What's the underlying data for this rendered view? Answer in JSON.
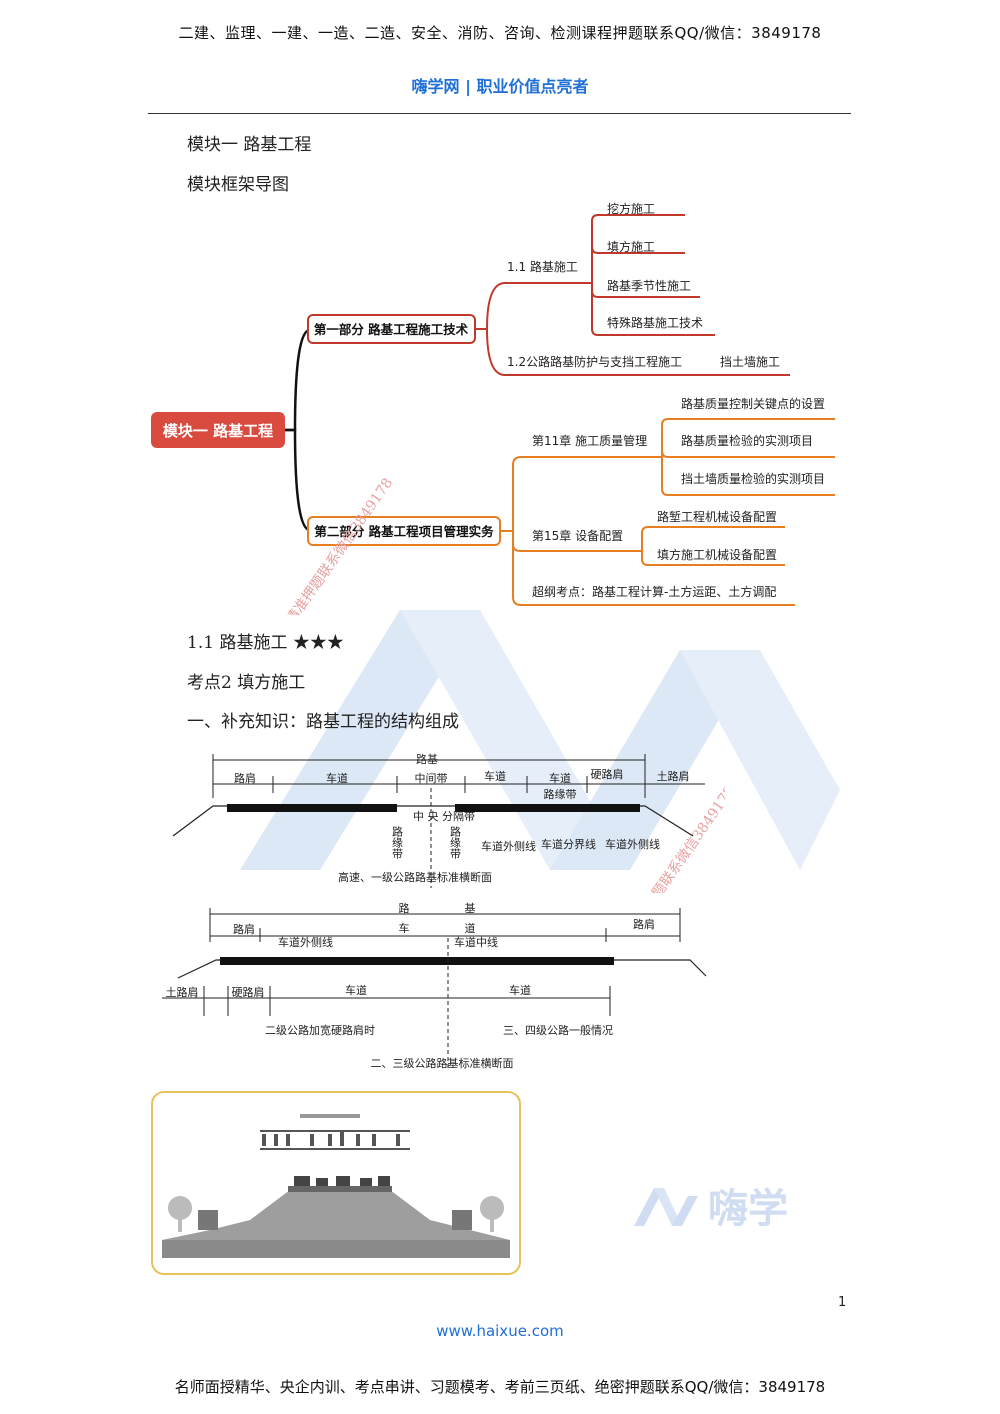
{
  "header": {
    "banner": "二建、监理、一建、一造、二造、安全、消防、咨询、检测课程押题联系QQ/微信：3849178",
    "brand": "嗨学网 | 职业价值点亮者"
  },
  "content": {
    "module_title": "模块一 路基工程",
    "framework_title": "模块框架导图",
    "section_1_1": "1.1 路基施工 ★★★",
    "kaodian": "考点2 填方施工",
    "supplement": "一、补充知识：路基工程的结构组成"
  },
  "mindmap": {
    "root": "模块一 路基工程",
    "part1": {
      "label": "第一部分 路基工程施工技术",
      "sub1": {
        "label": "1.1 路基施工",
        "items": [
          "挖方施工",
          "填方施工",
          "路基季节性施工",
          "特殊路基施工技术"
        ]
      },
      "sub2": {
        "label": "1.2公路路基防护与支挡工程施工",
        "items": [
          "挡土墙施工"
        ]
      }
    },
    "part2": {
      "label": "第二部分 路基工程项目管理实务",
      "ch11": {
        "label": "第11章 施工质量管理",
        "items": [
          "路基质量控制关键点的设置",
          "路基质量检验的实测项目",
          "挡土墙质量检验的实测项目"
        ]
      },
      "ch15": {
        "label": "第15章 设备配置",
        "items": [
          "路堑工程机械设备配置",
          "填方施工机械设备配置"
        ]
      },
      "extra": "超纲考点：路基工程计算-土方运距、土方调配"
    }
  },
  "diagram1": {
    "top_label": "路基",
    "labels": [
      "路肩",
      "车道",
      "中间带",
      "车道",
      "车道",
      "硬路肩",
      "土路肩"
    ],
    "inner_label": "路缘带",
    "median_labels": [
      "路缘带",
      "中央分隔带",
      "路缘带"
    ],
    "median_left": "路缘带",
    "median_center": "中 央 分隔带",
    "median_right": "路缘带",
    "line_labels": [
      "车道外侧线",
      "车道分界线",
      "车道外侧线"
    ],
    "caption": "高速、一级公路路基标准横断面"
  },
  "diagram2": {
    "top_left": "路",
    "top_right": "基",
    "labels_upper": [
      "路肩",
      "车",
      "道",
      "路肩"
    ],
    "line_labels": [
      "车道外侧线",
      "车道中线"
    ],
    "labels_lower": [
      "土路肩",
      "硬路肩",
      "车道",
      "车道"
    ],
    "note_left": "二级公路加宽硬路肩时",
    "note_right": "三、四级公路一般情况",
    "caption": "二、三级公路路基标准横断面"
  },
  "watermark": {
    "diag_text": "精准押题联系微信3849178",
    "logo_text": "嗨学"
  },
  "footer": {
    "page": "1",
    "url": "www.haixue.com",
    "banner": "名师面授精华、央企内训、考点串讲、习题模考、考前三页纸、绝密押题联系QQ/微信：3849178"
  },
  "colors": {
    "root_red": "#d94a3f",
    "part1_red": "#c0392b",
    "part2_orange": "#e67e22",
    "brand_blue": "#1f6fd6",
    "watermark_blue": "#dde8f6",
    "photo_border": "#e8c25a"
  }
}
